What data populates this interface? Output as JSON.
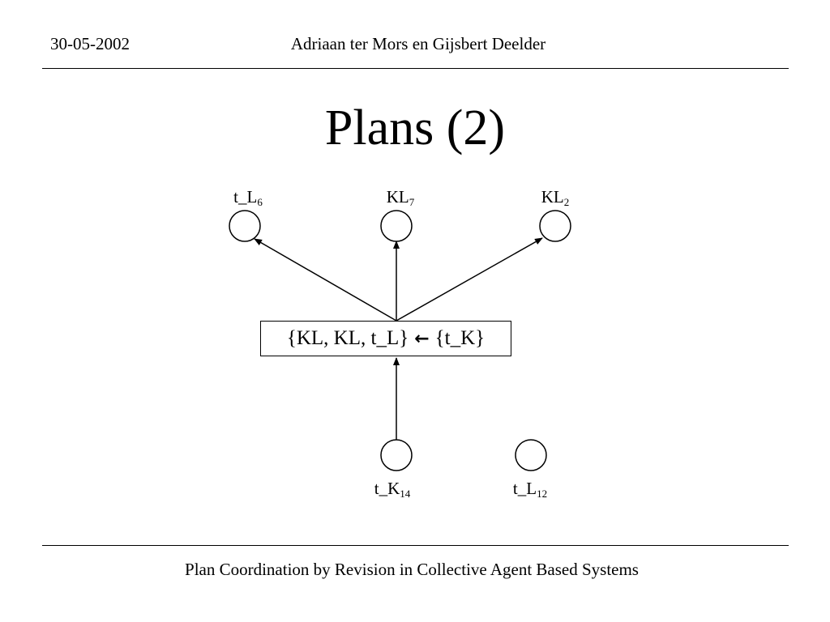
{
  "header": {
    "date": "30-05-2002",
    "authors": "Adriaan ter Mors en Gijsbert Deelder"
  },
  "slide": {
    "title": "Plans (2)"
  },
  "diagram": {
    "top_nodes": [
      {
        "name": "t_L",
        "index": "6"
      },
      {
        "name": "KL",
        "index": "7"
      },
      {
        "name": "KL",
        "index": "2"
      }
    ],
    "bottom_nodes": [
      {
        "name": "t_K",
        "index": "14"
      },
      {
        "name": "t_L",
        "index": "12"
      }
    ],
    "rule": {
      "left": "{KL, KL, t_L}",
      "arrow": "←",
      "right": "{t_K}"
    }
  },
  "footer": {
    "text": "Plan Coordination by Revision in Collective Agent Based Systems"
  }
}
